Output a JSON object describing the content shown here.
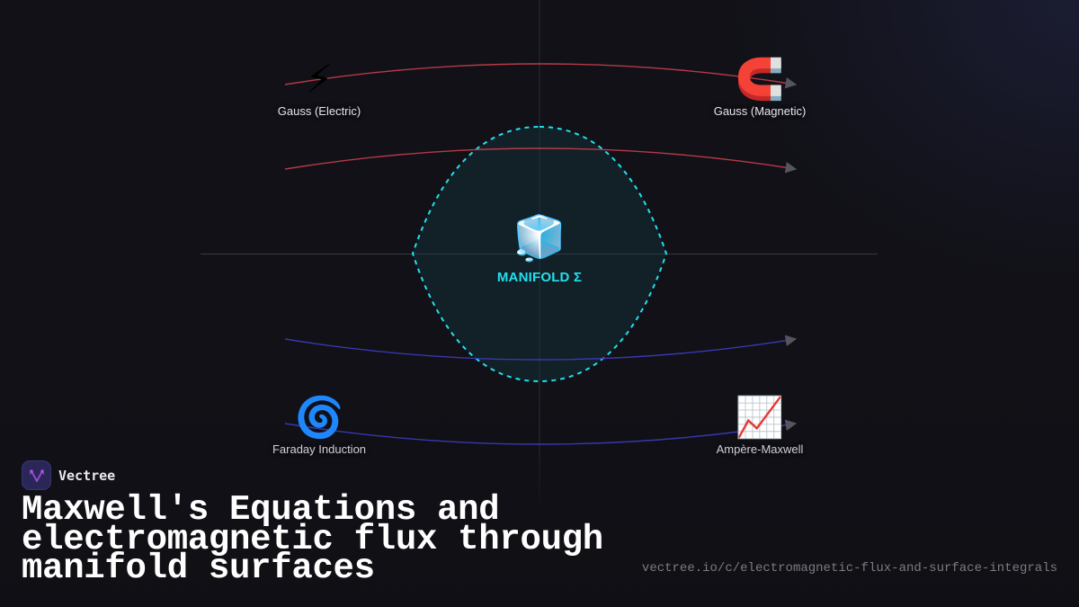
{
  "diagram": {
    "center": {
      "icon": "ice-cube-icon",
      "glyph": "🧊",
      "label": "MANIFOLD Σ",
      "color": "#22e0ee"
    },
    "nodes": [
      {
        "id": "gauss-electric",
        "icon": "lightning-icon",
        "glyph": "⚡",
        "label": "Gauss (Electric)"
      },
      {
        "id": "gauss-magnetic",
        "icon": "magnet-icon",
        "glyph": "🧲",
        "label": "Gauss (Magnetic)"
      },
      {
        "id": "faraday-induction",
        "icon": "cyclone-icon",
        "glyph": "🌀",
        "label": "Faraday Induction"
      },
      {
        "id": "ampere-maxwell",
        "icon": "chart-increasing-icon",
        "glyph": "📈",
        "label": "Ampère-Maxwell"
      }
    ],
    "flux_lines": [
      {
        "color": "#b83a48",
        "direction": "right"
      },
      {
        "color": "#b83a48",
        "direction": "right"
      },
      {
        "color": "#3a37b0",
        "direction": "right"
      },
      {
        "color": "#3a37b0",
        "direction": "right"
      }
    ],
    "surface_color": "#22e0ee"
  },
  "brand": {
    "name": "Vectree",
    "logo_icon": "vectree-logo-icon",
    "accent": "#a24be0"
  },
  "title": "Maxwell's Equations and electromagnetic flux through manifold surfaces",
  "url": "vectree.io/c/electromagnetic-flux-and-surface-integrals"
}
